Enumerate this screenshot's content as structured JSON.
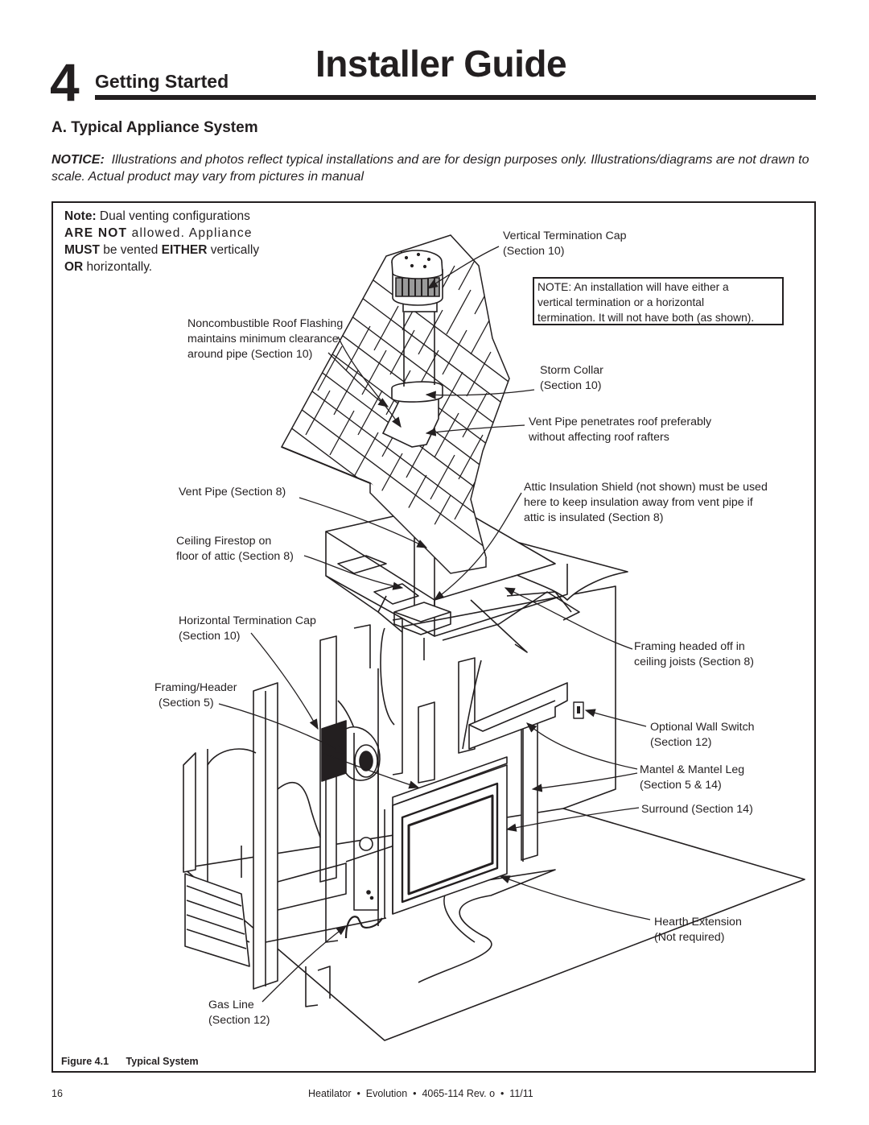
{
  "header": {
    "chapter_number": "4",
    "section_name": "Getting Started",
    "guide_title": "Installer Guide"
  },
  "subsection_title": "A. Typical Appliance System",
  "notice": {
    "label": "NOTICE:",
    "text": "Illustrations and photos reflect typical installations and are for design purposes only. Illustrations/diagrams are not drawn to scale. Actual product may vary from pictures in manual"
  },
  "dual_venting_note": {
    "line1_bold": "Note:",
    "line1_rest": " Dual venting configurations",
    "line2_bold": "ARE NOT",
    "line2_rest": " allowed. Appliance",
    "line3_bold1": "MUST",
    "line3_mid": " be vented ",
    "line3_bold2": "EITHER",
    "line3_rest": " vertically",
    "line4_bold": "OR",
    "line4_rest": " horizontally."
  },
  "installation_note": {
    "line1": "NOTE: An installation will have either a",
    "line2": "vertical termination or a horizontal",
    "line3": "termination. It will not have both (as shown)."
  },
  "callouts": {
    "vertical_cap_1": "Vertical Termination Cap",
    "vertical_cap_2": "(Section 10)",
    "roof_flashing_1": "Noncombustible Roof Flashing",
    "roof_flashing_2": "maintains minimum clearance",
    "roof_flashing_3": "around pipe (Section 10)",
    "storm_collar_1": "Storm Collar",
    "storm_collar_2": "(Section 10)",
    "vent_penetrates_1": "Vent Pipe penetrates roof preferably",
    "vent_penetrates_2": "without affecting roof rafters",
    "vent_pipe": "Vent Pipe (Section 8)",
    "attic_shield_1": "Attic Insulation Shield (not shown) must be used",
    "attic_shield_2": "here to keep insulation away from vent pipe if",
    "attic_shield_3": "attic is insulated (Section 8)",
    "firestop_1": "Ceiling Firestop on",
    "firestop_2": "floor of attic (Section 8)",
    "horiz_cap_1": "Horizontal Termination Cap",
    "horiz_cap_2": "(Section 10)",
    "framing_headed_1": "Framing headed off in",
    "framing_headed_2": "ceiling joists (Section 8)",
    "framing_header_1": "Framing/Header",
    "framing_header_2": "(Section 5)",
    "wall_switch_1": "Optional Wall Switch",
    "wall_switch_2": "(Section 12)",
    "mantel_1": "Mantel & Mantel Leg",
    "mantel_2": "(Section 5 & 14)",
    "surround": "Surround (Section 14)",
    "hearth_1": "Hearth Extension",
    "hearth_2": "(Not required)",
    "gas_line_1": "Gas Line",
    "gas_line_2": "(Section 12)"
  },
  "figure_caption": {
    "number": "Figure 4.1",
    "title": "Typical System"
  },
  "footer": {
    "page_number": "16",
    "text": "Heatilator  •  Evolution  •  4065-114 Rev. o  •  11/11"
  },
  "colors": {
    "ink": "#231f20",
    "shading": "#9a9a9a"
  }
}
